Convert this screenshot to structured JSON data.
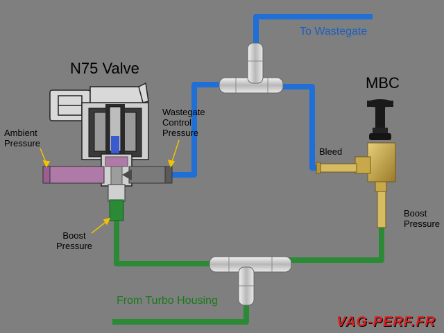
{
  "labels": {
    "n75_valve": "N75 Valve",
    "mbc": "MBC",
    "to_wastegate": "To Wastegate",
    "wastegate_control_pressure": [
      "Wastegate",
      "Control",
      "Pressure"
    ],
    "ambient_pressure": [
      "Ambient",
      "Pressure"
    ],
    "bleed": "Bleed",
    "boost_pressure_left": [
      "Boost",
      "Pressure"
    ],
    "boost_pressure_right": [
      "Boost",
      "Pressure"
    ],
    "from_turbo_housing": "From Turbo Housing"
  },
  "watermark": "VAG-PERF.FR",
  "colors": {
    "background": "#7f7f7f",
    "wastegate_line": "#1f6fd6",
    "boost_line": "#2a8a35",
    "ambient_port": "#b07aa8",
    "valve_body": "#cfcfcf",
    "valve_internals": "#2a2a2a",
    "brass": "#c9a84a",
    "fitting": "#d8d8d8"
  }
}
